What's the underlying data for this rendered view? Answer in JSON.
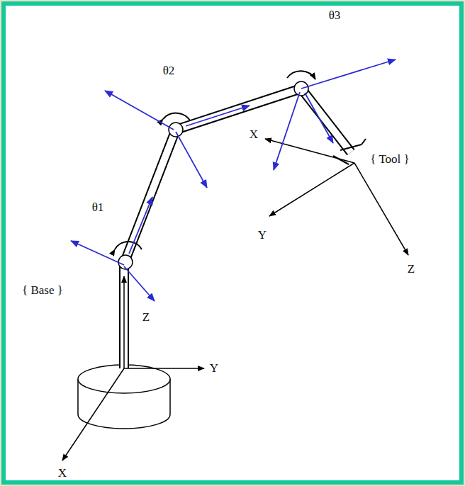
{
  "diagram": {
    "labels": [
      "θ3",
      "θ2",
      "X",
      "{ Tool }",
      "θ1",
      "Y",
      "Z",
      "{ Base }",
      "Z",
      "Y",
      "X"
    ]
  }
}
